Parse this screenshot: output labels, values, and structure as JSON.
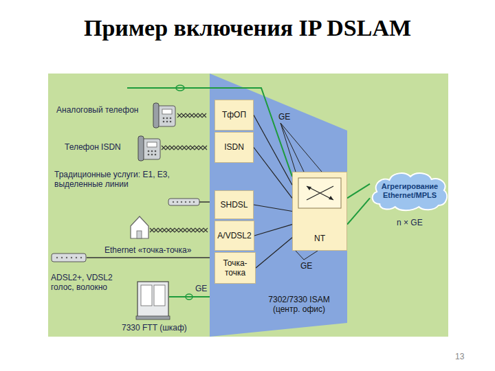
{
  "diagram": {
    "title": "Пример включения IP DSLAM",
    "nodes": [
      {
        "text": [
          "7302/7330 ISAM (центр. офис)"
        ]
      },
      {
        "text": [
          "ТфОП"
        ],
        "in": 0
      },
      {
        "text": [
          "ISDN"
        ],
        "in": 0
      },
      {
        "text": [
          "SHDSL"
        ],
        "in": 0
      },
      {
        "text": [
          "A/VDSL2"
        ],
        "in": 0
      },
      {
        "text": [
          "Точка-точка"
        ],
        "in": 0
      },
      {
        "text": [
          "NT"
        ],
        "in": 0
      },
      {
        "text": [
          "Агрегирование Ethernet/MPLS"
        ]
      }
    ],
    "edges": [
      {
        "from": 1,
        "to": 6,
        "arrow": "none"
      },
      {
        "from": 2,
        "to": 6,
        "arrow": "none"
      },
      {
        "from": 3,
        "to": 6,
        "arrow": "none"
      },
      {
        "from": 4,
        "to": 6,
        "arrow": "none"
      },
      {
        "from": 5,
        "to": 6,
        "arrow": "none"
      },
      {
        "from": 6,
        "to": 7,
        "arrow": "none"
      },
      {
        "from": 6,
        "to": 7,
        "arrow": "none"
      }
    ],
    "labels": [
      "Аналоговый телефон",
      "Телефон ISDN",
      "Традиционные услуги: E1, E3, выделенные линии",
      "Ethernet «точка-точка»",
      "ADSL2+, VDSL2 голос, волокно",
      "GE",
      "GE",
      "GE",
      "n × GE",
      "7330 FTT (шкаф)",
      "13"
    ]
  }
}
